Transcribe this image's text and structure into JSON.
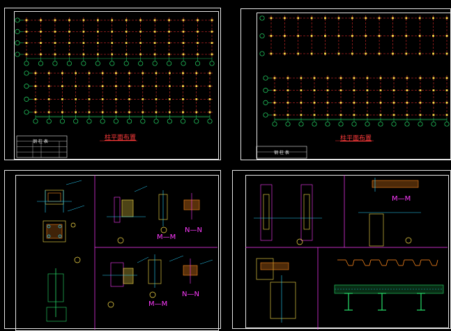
{
  "colors": {
    "background": "#000000",
    "frame": "#e8e8e8",
    "grid_red": "#ff3030",
    "axis_green": "#27e06b",
    "detail_cyan": "#29d3ff",
    "detail_yellow": "#ffe14a",
    "detail_magenta": "#ff3bff",
    "detail_orange": "#ff8a1e"
  },
  "sheets": {
    "top_left": {
      "title": "柱平面布置",
      "table_title": "钢 柱 表"
    },
    "top_right": {
      "title": "柱平面布置",
      "table_title": "钢 柱 表"
    },
    "bottom_left": {
      "section_label_1": "M—M",
      "section_label_2": "N—N",
      "section_label_3": "M—M",
      "section_label_4": "N—N"
    },
    "bottom_right": {
      "section_label_1": "M—M"
    }
  }
}
